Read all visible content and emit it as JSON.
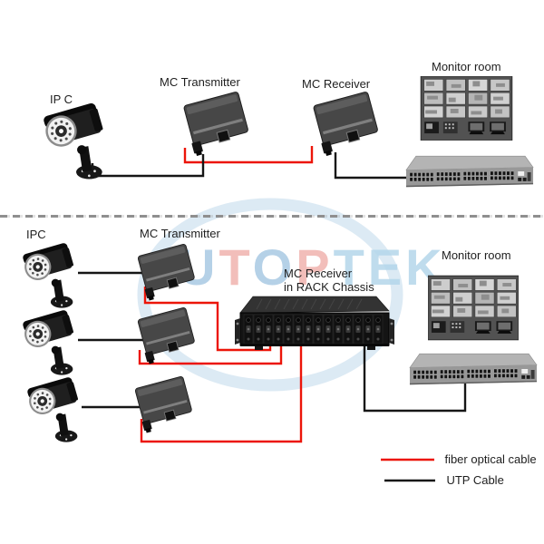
{
  "watermark": {
    "text": "UTOPTEK",
    "letters": [
      {
        "ch": "U",
        "color": "#a9c9e3"
      },
      {
        "ch": "T",
        "color": "#f0b3ae"
      },
      {
        "ch": "O",
        "color": "#a9c9e3"
      },
      {
        "ch": "P",
        "color": "#f0b3ae"
      },
      {
        "ch": "T",
        "color": "#b4d7eb"
      },
      {
        "ch": "E",
        "color": "#b4d7eb"
      },
      {
        "ch": "K",
        "color": "#b4d7eb"
      }
    ],
    "ring_color": "#b9d5ea"
  },
  "top_row": {
    "camera_label": "IP C",
    "transmitter_label": "MC Transmitter",
    "receiver_label": "MC Receiver",
    "monitor_room_label": "Monitor room"
  },
  "bottom_row": {
    "camera_label": "IPC",
    "transmitter_label": "MC Transmitter",
    "rack_label_line1": "MC Receiver",
    "rack_label_line2": "in RACK Chassis",
    "monitor_room_label": "Monitor room"
  },
  "legend": {
    "fiber": {
      "label": "fiber optical cable",
      "color": "#ec1509"
    },
    "utp": {
      "label": "UTP Cable",
      "color": "#161616"
    }
  },
  "icons": {
    "camera": "cctv-camera-icon",
    "converter": "media-converter-icon",
    "monitor_wall": "monitor-wall-icon",
    "switch": "network-switch-icon",
    "rack": "rack-chassis-icon"
  }
}
